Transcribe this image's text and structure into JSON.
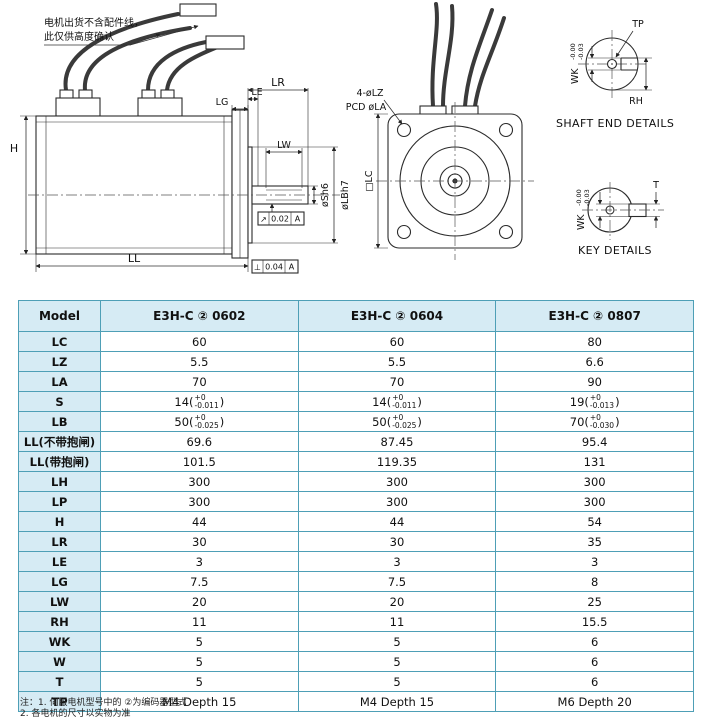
{
  "drawing": {
    "annotation_line1": "电机出货不含配件线，",
    "annotation_line2": "此仅供高度确认",
    "side": {
      "dim_lr": "LR",
      "dim_le": "LE",
      "dim_lg": "LG",
      "dim_lw": "LW",
      "dim_h": "H",
      "dim_ll": "LL",
      "shaft_dia": "øSh6",
      "pilot_dia": "øLBh7",
      "runout_sym": "↗",
      "runout_val": "0.02",
      "runout_datum": "A",
      "perp_sym": "⊥",
      "perp_val": "0.04",
      "perp_datum": "A"
    },
    "front": {
      "holes_label": "4-øLZ",
      "pcd_label": "PCD øLA",
      "square_label": "□LC"
    },
    "shaft_end": {
      "tp": "TP",
      "wk": "WK",
      "wk_tol_top": "-0.00",
      "wk_tol_bottom": "-0.03",
      "rh": "RH",
      "title": "SHAFT END DETAILS"
    },
    "key": {
      "t": "T",
      "wk": "WK",
      "wk_tol_top": "-0.00",
      "wk_tol_bottom": "-0.03",
      "title": "KEY DETAILS"
    }
  },
  "table": {
    "headers": [
      "Model",
      "E3H-C ② 0602",
      "E3H-C ② 0604",
      "E3H-C ② 0807"
    ],
    "rows": [
      {
        "label": "LC",
        "values": [
          "60",
          "60",
          "80"
        ]
      },
      {
        "label": "LZ",
        "values": [
          "5.5",
          "5.5",
          "6.6"
        ]
      },
      {
        "label": "LA",
        "values": [
          "70",
          "70",
          "90"
        ]
      },
      {
        "label": "S",
        "values": [
          {
            "main": "14(",
            "tol_top": "+0",
            "tol_bottom": "-0.011",
            "close": ")"
          },
          {
            "main": "14(",
            "tol_top": "+0",
            "tol_bottom": "-0.011",
            "close": ")"
          },
          {
            "main": "19(",
            "tol_top": "+0",
            "tol_bottom": "-0.013",
            "close": ")"
          }
        ]
      },
      {
        "label": "LB",
        "values": [
          {
            "main": "50(",
            "tol_top": "+0",
            "tol_bottom": "-0.025",
            "close": ")"
          },
          {
            "main": "50(",
            "tol_top": "+0",
            "tol_bottom": "-0.025",
            "close": ")"
          },
          {
            "main": "70(",
            "tol_top": "+0",
            "tol_bottom": "-0.030",
            "close": ")"
          }
        ]
      },
      {
        "label": "LL(不带抱闸)",
        "values": [
          "69.6",
          "87.45",
          "95.4"
        ]
      },
      {
        "label": "LL(带抱闸)",
        "values": [
          "101.5",
          "119.35",
          "131"
        ]
      },
      {
        "label": "LH",
        "values": [
          "300",
          "300",
          "300"
        ]
      },
      {
        "label": "LP",
        "values": [
          "300",
          "300",
          "300"
        ]
      },
      {
        "label": "H",
        "values": [
          "44",
          "44",
          "54"
        ]
      },
      {
        "label": "LR",
        "values": [
          "30",
          "30",
          "35"
        ]
      },
      {
        "label": "LE",
        "values": [
          "3",
          "3",
          "3"
        ]
      },
      {
        "label": "LG",
        "values": [
          "7.5",
          "7.5",
          "8"
        ]
      },
      {
        "label": "LW",
        "values": [
          "20",
          "20",
          "25"
        ]
      },
      {
        "label": "RH",
        "values": [
          "11",
          "11",
          "15.5"
        ]
      },
      {
        "label": "WK",
        "values": [
          "5",
          "5",
          "6"
        ]
      },
      {
        "label": "W",
        "values": [
          "5",
          "5",
          "6"
        ]
      },
      {
        "label": "T",
        "values": [
          "5",
          "5",
          "6"
        ]
      },
      {
        "label": "TP",
        "values": [
          "M4 Depth 15",
          "M4 Depth 15",
          "M6 Depth 20"
        ]
      }
    ]
  },
  "footnote": {
    "line1": "注：1. 伺服电机型号中的 ②为编码器型式",
    "line2": "2. 各电机的尺寸以实物为准"
  }
}
